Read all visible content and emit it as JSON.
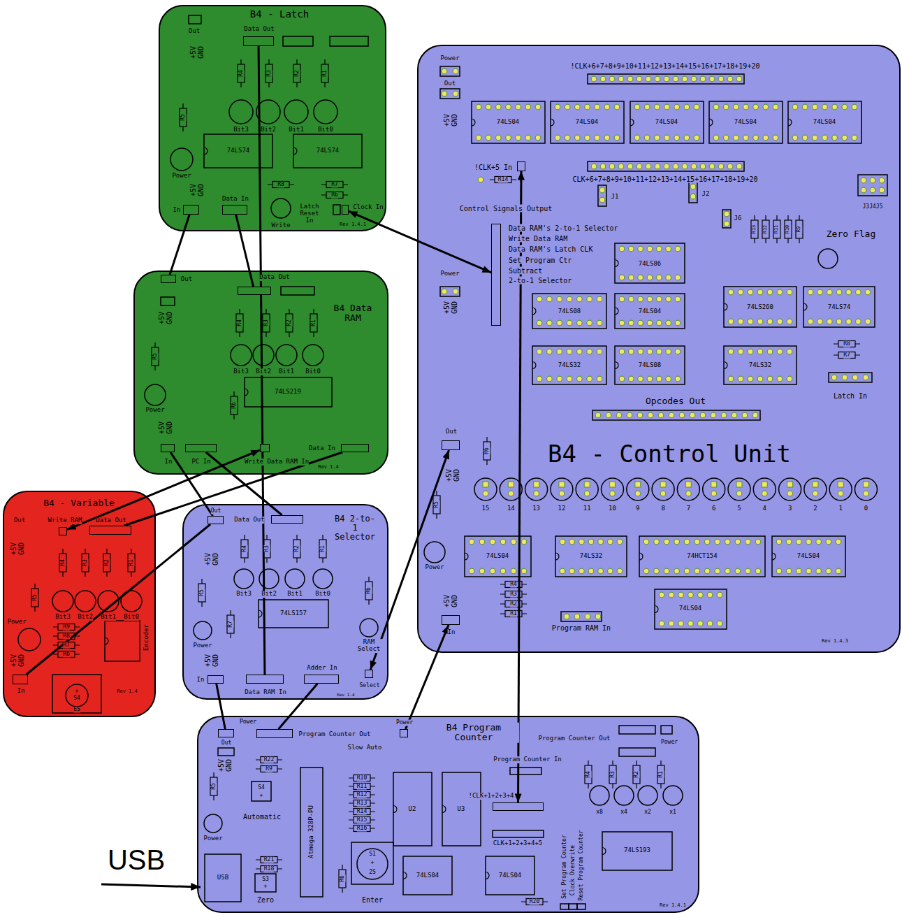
{
  "diagram": {
    "nodes": [
      {
        "text": [
          "B4 - Latch"
        ]
      },
      {
        "text": [
          "Data Out"
        ],
        "in": 0
      },
      {
        "text": [
          "In"
        ],
        "in": 0
      },
      {
        "text": [
          "Data In"
        ],
        "in": 0
      },
      {
        "text": [
          "Clock In"
        ],
        "in": 0
      },
      {
        "text": [
          "B4 - Control Unit"
        ]
      },
      {
        "text": [
          "!CLK+5 In"
        ],
        "in": 5
      },
      {
        "text": [
          "Control Signals Output"
        ],
        "in": 5
      },
      {
        "text": [
          "Out"
        ],
        "in": 5
      },
      {
        "text": [
          "In"
        ],
        "in": 5
      },
      {
        "text": [
          "B4 Data RAM"
        ]
      },
      {
        "text": [
          "Out"
        ],
        "in": 10
      },
      {
        "text": [
          "Data Out"
        ],
        "in": 10
      },
      {
        "text": [
          "In"
        ],
        "in": 10
      },
      {
        "text": [
          "PC In"
        ],
        "in": 10
      },
      {
        "text": [
          "Write Data RAM In"
        ],
        "in": 10
      },
      {
        "text": [
          "Data In"
        ],
        "in": 10
      },
      {
        "text": [
          "B4 - Variable"
        ]
      },
      {
        "text": [
          "Write RAM"
        ],
        "in": 17
      },
      {
        "text": [
          "Data Out"
        ],
        "in": 17
      },
      {
        "text": [
          "In"
        ],
        "in": 17
      },
      {
        "text": [
          "B4 2-to-1 Selector"
        ]
      },
      {
        "text": [
          "Out"
        ],
        "in": 21
      },
      {
        "text": [
          "Data Out"
        ],
        "in": 21
      },
      {
        "text": [
          "In"
        ],
        "in": 21
      },
      {
        "text": [
          "Data RAM In"
        ],
        "in": 21
      },
      {
        "text": [
          "Adder In"
        ],
        "in": 21
      },
      {
        "text": [
          "Select"
        ],
        "in": 21
      },
      {
        "text": [
          "B4 Program Counter"
        ]
      },
      {
        "text": [
          "Out"
        ],
        "in": 28
      },
      {
        "text": [
          "Program Counter Out"
        ],
        "in": 28
      },
      {
        "text": [
          "Power"
        ],
        "in": 28
      },
      {
        "text": [
          "!CLK+1+2+3+4"
        ],
        "in": 28
      }
    ],
    "edges": [
      {
        "from": 2,
        "to": 11,
        "arrow": "none"
      },
      {
        "from": 3,
        "to": 12,
        "arrow": "none"
      },
      {
        "from": 1,
        "to": 25,
        "arrow": "none"
      },
      {
        "from": 4,
        "to": 7,
        "arrow": "both"
      },
      {
        "from": 13,
        "to": 22,
        "arrow": "none"
      },
      {
        "from": 14,
        "to": 23,
        "arrow": "none"
      },
      {
        "from": 18,
        "to": 15,
        "arrow": "both"
      },
      {
        "from": 19,
        "to": 16,
        "arrow": "none"
      },
      {
        "from": 20,
        "to": 22,
        "arrow": "none"
      },
      {
        "from": 27,
        "to": 8,
        "arrow": "both"
      },
      {
        "from": 24,
        "to": 29,
        "arrow": "none"
      },
      {
        "from": 26,
        "to": 30,
        "arrow": "none"
      },
      {
        "from": 31,
        "to": 9,
        "arrow": "to"
      },
      {
        "from": 6,
        "to": 32,
        "arrow": "both"
      }
    ],
    "labels": [
      "Out",
      "+5V GND",
      "R4",
      "R3",
      "R2",
      "R1",
      "R5",
      "Bit3",
      "Bit2",
      "Bit1",
      "Bit0",
      "74LS74",
      "74LS74",
      "Power",
      "+5V GND",
      "R8",
      "R7",
      "R6",
      "Latch Reset In",
      "Write",
      "Rev 1.4.1",
      "Power",
      "Out",
      "+5V GND",
      "!CLK+6+7+8+9+10+11+12+13+14+15+16+17+18+19+20",
      "74LS04",
      "74LS04",
      "74LS04",
      "74LS04",
      "74LS04",
      "CLK+6+7+8+9+10+11+12+13+14+15+16+17+18+19+20",
      "R14",
      "J1",
      "J2",
      "J3J4J5",
      "J6",
      "R13",
      "R12",
      "R11",
      "R10",
      "R9",
      "Zero Flag",
      "Data RAM's 2-to-1 Selector",
      "Write Data RAM",
      "Data RAM's Latch CLK",
      "Set Program Ctr",
      "Subtract",
      "2-to-1 Selector",
      "74LS86",
      "Power",
      "+5V GND",
      "74LS08",
      "74LS04",
      "74LS260",
      "74LS74",
      "R8",
      "R7",
      "74LS32",
      "74LS08",
      "74LS32",
      "Latch In",
      "Opcodes Out",
      "R6",
      "+5V GND",
      "R5",
      "15",
      "14",
      "13",
      "12",
      "11",
      "10",
      "9",
      "8",
      "7",
      "6",
      "5",
      "4",
      "3",
      "2",
      "1",
      "0",
      "Power",
      "74LS04",
      "74LS32",
      "74HCT154",
      "74LS04",
      "R4",
      "R3",
      "R2",
      "R1",
      "74LS04",
      "+5V GND",
      "Program RAM In",
      "Rev 1.4.3",
      "+5V GND",
      "R4",
      "R3",
      "R2",
      "R1",
      "R5",
      "Bit3",
      "Bit2",
      "Bit1",
      "Bit0",
      "74LS219",
      "R6",
      "Power",
      "+5V GND",
      "Rev 1.4",
      "Out",
      "+5V GND",
      "R4",
      "R3",
      "R2",
      "R1",
      "R5",
      "Bit3",
      "Bit2",
      "Bit1",
      "Bit0",
      "Power",
      "R9",
      "R8",
      "R7",
      "R6",
      "Encoder",
      "+5V GND",
      "+",
      "S4",
      "ES",
      "Rev 1.4",
      "+5V GND",
      "R4",
      "R3",
      "R2",
      "R1",
      "Bit3",
      "Bit2",
      "Bit1",
      "Bit0",
      "R5",
      "R6",
      "74LS157",
      "R7",
      "Power",
      "RAM Select",
      "+5V GND",
      "Rev 1.4",
      "Power",
      "+5V GND",
      "Slow Auto",
      "Program Counter Out",
      "Power",
      "R22",
      "R9",
      "Program Counter In",
      "R10",
      "R11",
      "R12",
      "R13",
      "R14",
      "R15",
      "R16",
      "R5",
      "S4",
      "+",
      "Automatic",
      "Atmega 328P-PU",
      "U2",
      "U3",
      "R4",
      "R3",
      "R2",
      "R1",
      "x8",
      "x4",
      "x2",
      "x1",
      "Power",
      "CLK+1+2+3+4+5",
      "74LS193",
      "R21",
      "R18",
      "USB",
      "S1",
      "+",
      "2S",
      "R6",
      "74LS04",
      "74LS04",
      "S3",
      "+",
      "Zero",
      "Enter",
      "R20",
      "Set Program Counter",
      "Clock Overwrite",
      "Reset Program Counter",
      "Rev 1.4.1",
      "USB"
    ]
  }
}
